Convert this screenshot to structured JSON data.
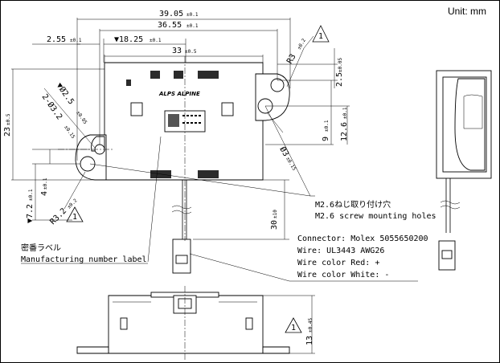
{
  "unit_label": "Unit: mm",
  "dimensions": {
    "width_total": {
      "value": "39.05",
      "tol": "±0.1"
    },
    "hole_pitch": {
      "value": "36.55",
      "tol": "±0.1"
    },
    "left_offset": {
      "value": "2.55",
      "tol": "±0.1"
    },
    "center_offset": {
      "value": "▼18.25",
      "tol": "±0.1"
    },
    "body_width": {
      "value": "33",
      "tol": "±0.5"
    },
    "height_total": {
      "value": "23",
      "tol": "±0.5"
    },
    "top_hole_offset": {
      "value": "2.5",
      "tol": "±0.05"
    },
    "hole_center_v": {
      "value": "9",
      "tol": "±0.1"
    },
    "hole_center_v2": {
      "value": "12.6",
      "tol": "±0.1"
    },
    "radius_top": {
      "value": "R3",
      "tol": "±0.2"
    },
    "dia_small": {
      "value": "▼Ø2.5",
      "tol": "±0.05"
    },
    "dia_slot": {
      "value": "2-Ø3.2",
      "tol": "±0.15"
    },
    "dia_right": {
      "value": "Ø3",
      "tol": "±0.15"
    },
    "bottom_offset": {
      "value": "▼7.2",
      "tol": "±0.1"
    },
    "small_v": {
      "value": "4",
      "tol": "±0.1"
    },
    "radius_bottom": {
      "value": "R3.2",
      "tol": "±0.2"
    },
    "cable_length": {
      "value": "30",
      "tol": "±10"
    },
    "side_height": {
      "value": "13",
      "tol": "±0.45"
    }
  },
  "flag_symbol": "1",
  "logo_text": "ALPS ALPINE",
  "notes": {
    "screw_jp": "M2.6ねじ取り付け穴",
    "screw_en": "M2.6 screw mounting holes",
    "label_jp": "密番ラベル",
    "label_en": "Manufacturing number label",
    "connector": "Connector: Molex 5055650200",
    "wire": "Wire: UL3443 AWG26",
    "wire_red": "Wire color Red: +",
    "wire_white": "Wire color White: -"
  }
}
